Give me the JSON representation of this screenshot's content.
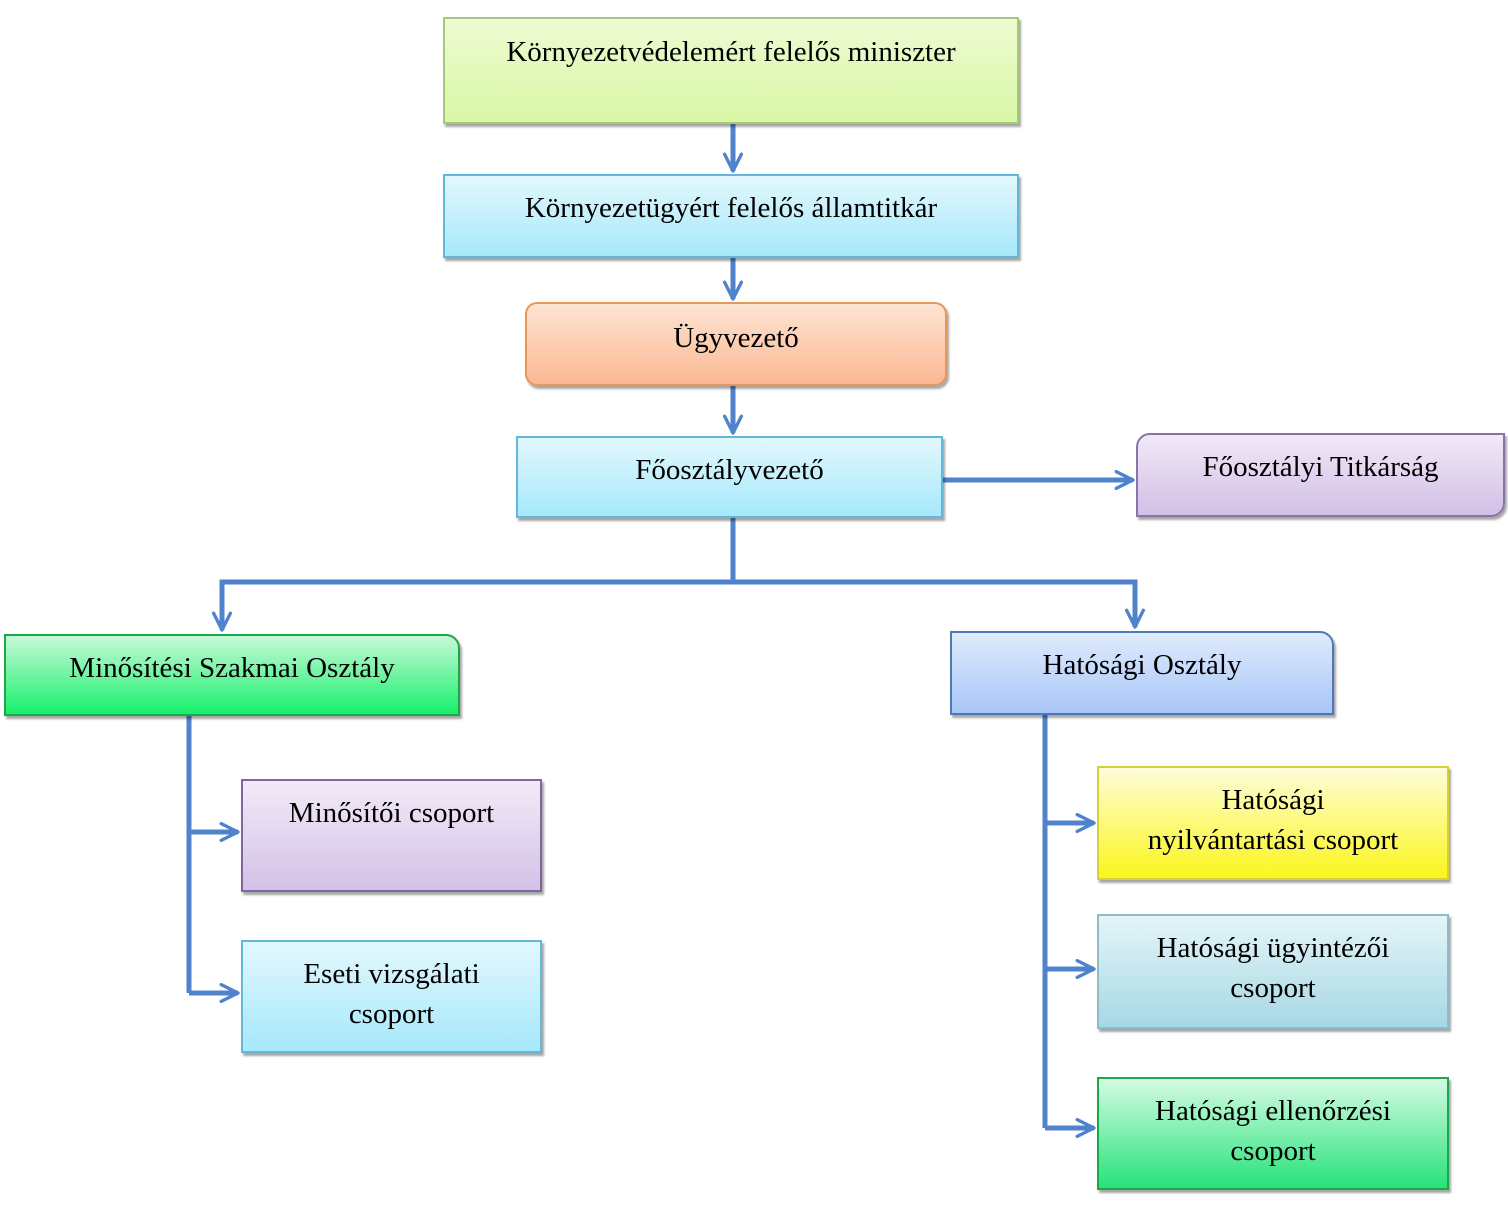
{
  "colors": {
    "connector": "#5083cc"
  },
  "nodes": {
    "miniszter": {
      "lines": [
        "Környezetvédelemért felelős miniszter"
      ]
    },
    "allamtitkar": {
      "lines": [
        "Környezetügyért felelős államtitkár"
      ]
    },
    "ugyvezeto": {
      "lines": [
        "Ügyvezető"
      ]
    },
    "foosztalyvezeto": {
      "lines": [
        "Főosztályvezető"
      ]
    },
    "titkarsag": {
      "lines": [
        "Főosztályi Titkárság"
      ]
    },
    "minositesi_osztaly": {
      "lines": [
        "Minősítési Szakmai Osztály"
      ]
    },
    "hatosagi_osztaly": {
      "lines": [
        "Hatósági Osztály"
      ]
    },
    "minositoi_csoport": {
      "lines": [
        "Minősítői csoport"
      ]
    },
    "eseti_csoport": {
      "lines": [
        "Eseti vizsgálati",
        "csoport"
      ]
    },
    "nyilvantartasi_csoport": {
      "lines": [
        "Hatósági",
        "nyilvántartási csoport"
      ]
    },
    "ugyintezoi_csoport": {
      "lines": [
        "Hatósági ügyintézői",
        "csoport"
      ]
    },
    "ellenorzesi_csoport": {
      "lines": [
        "Hatósági ellenőrzési",
        "csoport"
      ]
    }
  },
  "edges": [
    {
      "from": "miniszter",
      "to": "allamtitkar"
    },
    {
      "from": "allamtitkar",
      "to": "ugyvezeto"
    },
    {
      "from": "ugyvezeto",
      "to": "foosztalyvezeto"
    },
    {
      "from": "foosztalyvezeto",
      "to": "titkarsag"
    },
    {
      "from": "foosztalyvezeto",
      "to": "minositesi_osztaly"
    },
    {
      "from": "foosztalyvezeto",
      "to": "hatosagi_osztaly"
    },
    {
      "from": "minositesi_osztaly",
      "to": "minositoi_csoport"
    },
    {
      "from": "minositesi_osztaly",
      "to": "eseti_csoport"
    },
    {
      "from": "hatosagi_osztaly",
      "to": "nyilvantartasi_csoport"
    },
    {
      "from": "hatosagi_osztaly",
      "to": "ugyintezoi_csoport"
    },
    {
      "from": "hatosagi_osztaly",
      "to": "ellenorzesi_csoport"
    }
  ]
}
